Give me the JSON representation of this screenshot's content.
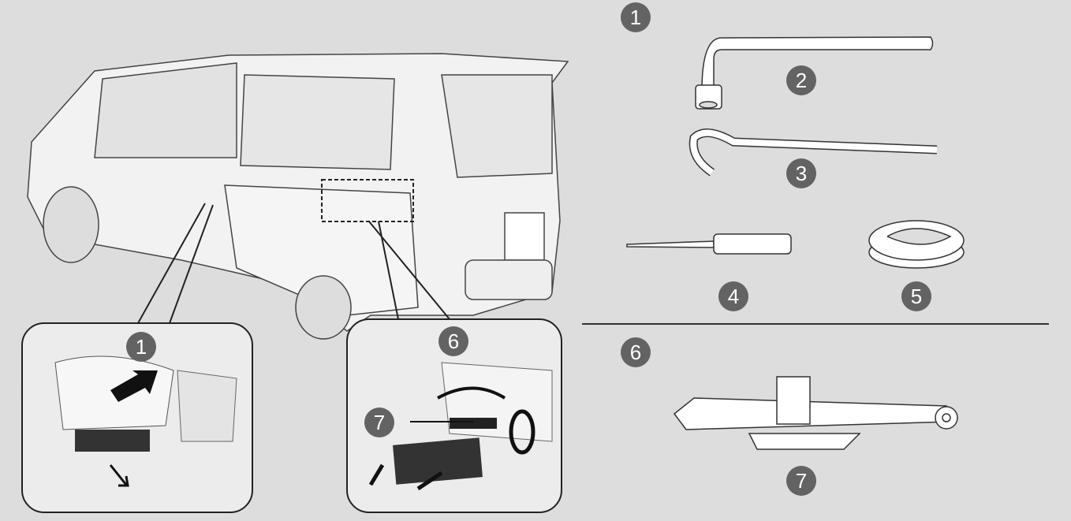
{
  "callouts": {
    "main_1": "1",
    "tool_2": "2",
    "tool_3": "3",
    "tool_4": "4",
    "tool_5": "5",
    "main_6": "6",
    "tool_7": "7",
    "inset_left_1": "1",
    "inset_right_6": "6",
    "inset_right_7": "7"
  },
  "colors": {
    "background": "#dcdddc",
    "badge": "#636363",
    "line": "#333333"
  }
}
